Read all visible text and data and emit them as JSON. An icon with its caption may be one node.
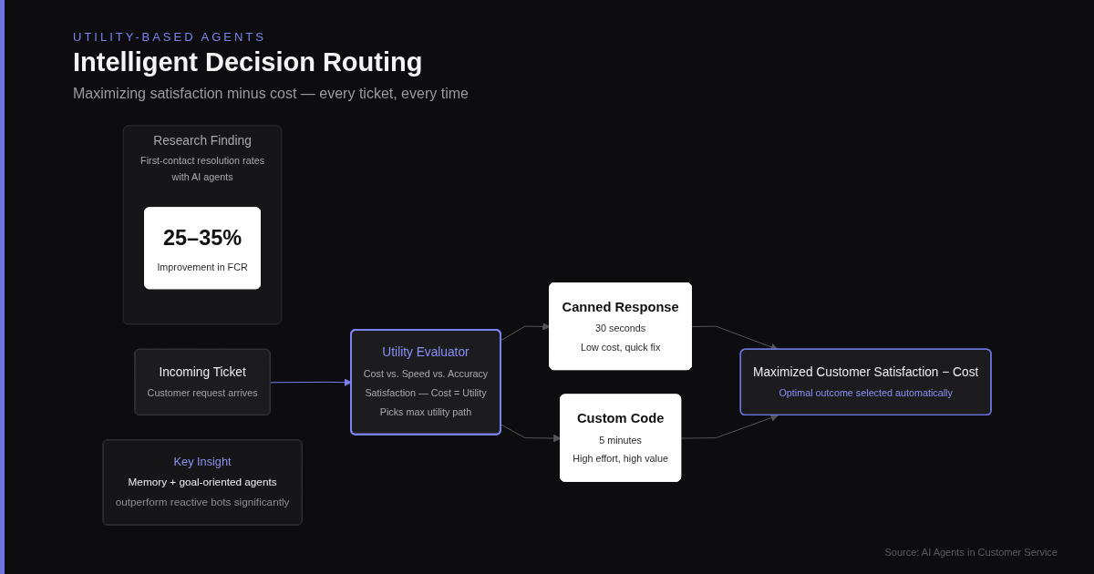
{
  "diagram": {
    "title": "Intelligent Decision Routing",
    "nodes": [
      {
        "text": [
          "Incoming Ticket",
          "Customer request arrives"
        ]
      },
      {
        "text": [
          "Utility Evaluator",
          "Cost vs. Speed vs. Accuracy",
          "Satisfaction — Cost = Utility",
          "Picks max utility path"
        ]
      },
      {
        "text": [
          "Canned Response",
          "30 seconds",
          "Low cost, quick fix"
        ]
      },
      {
        "text": [
          "Custom Code",
          "5 minutes",
          "High effort, high value"
        ]
      },
      {
        "text": [
          "Maximized Customer Satisfaction − Cost",
          "Optimal outcome selected automatically"
        ]
      },
      {
        "text": [
          "Research Finding",
          "First-contact resolution rates with AI agents"
        ]
      },
      {
        "text": [
          "25–35%",
          "Improvement in FCR"
        ],
        "in": 5
      },
      {
        "text": [
          "Key Insight",
          "Memory + goal-oriented agents",
          "outperform reactive bots significantly"
        ]
      }
    ],
    "edges": [
      {
        "from": 0,
        "to": 1,
        "arrow": "to",
        "color": "#7c83f0"
      },
      {
        "from": 1,
        "to": 2,
        "arrow": "to"
      },
      {
        "from": 1,
        "to": 3,
        "arrow": "to"
      },
      {
        "from": 2,
        "to": 4,
        "arrow": "to"
      },
      {
        "from": 3,
        "to": 4,
        "arrow": "to"
      }
    ],
    "labels": [
      "UTILITY-BASED AGENTS",
      "Maximizing satisfaction minus cost — every ticket, every time",
      "Source: AI Agents in Customer Service"
    ]
  }
}
